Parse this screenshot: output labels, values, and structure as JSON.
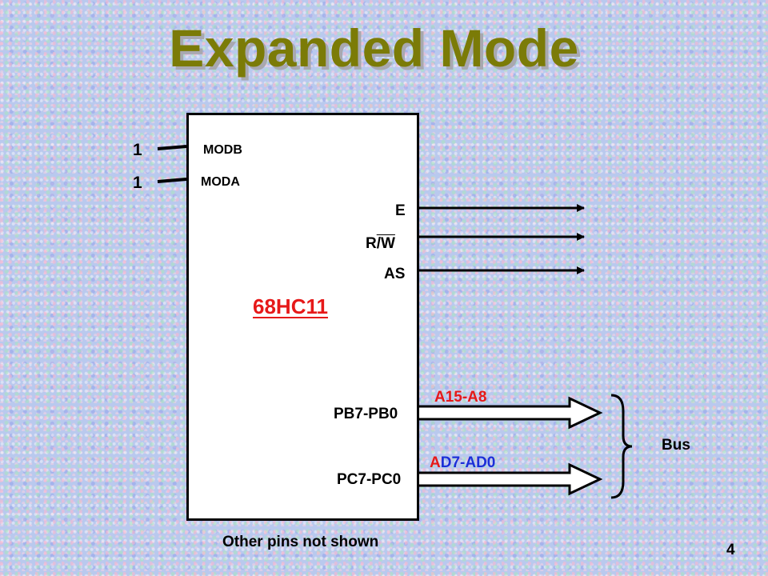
{
  "title": "Expanded Mode",
  "chip": {
    "name": "68HC11",
    "mode_pins": [
      {
        "name": "MODB",
        "value": "1"
      },
      {
        "name": "MODA",
        "value": "1"
      }
    ],
    "control_pins": [
      "E",
      "R/W",
      "AS"
    ],
    "port_b": {
      "name": "PB7-PB0",
      "bus_label": "A15-A8"
    },
    "port_c": {
      "name": "PC7-PC0",
      "bus_label_parts": [
        "A",
        "D7-A",
        "D0"
      ]
    }
  },
  "bus_label": "Bus",
  "footnote": "Other pins not shown",
  "page_number": "4",
  "colors": {
    "title": "#7b7b07",
    "highlight": "#e61919",
    "blue": "#1c2fd8"
  }
}
